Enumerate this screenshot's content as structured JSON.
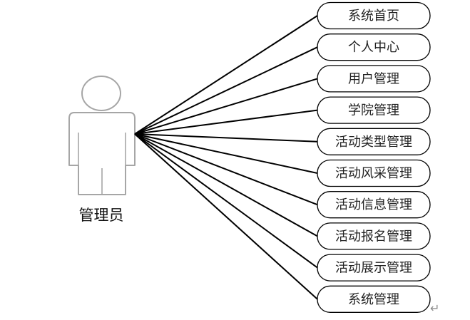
{
  "diagram": {
    "actor": {
      "label": "管理员",
      "icon": "person-icon"
    },
    "use_cases": [
      {
        "label": "系统首页"
      },
      {
        "label": "个人中心"
      },
      {
        "label": "用户管理"
      },
      {
        "label": "学院管理"
      },
      {
        "label": "活动类型管理"
      },
      {
        "label": "活动风采管理"
      },
      {
        "label": "活动信息管理"
      },
      {
        "label": "活动报名管理"
      },
      {
        "label": "活动展示管理"
      },
      {
        "label": "系统管理"
      }
    ],
    "paragraph_mark": "↵"
  }
}
